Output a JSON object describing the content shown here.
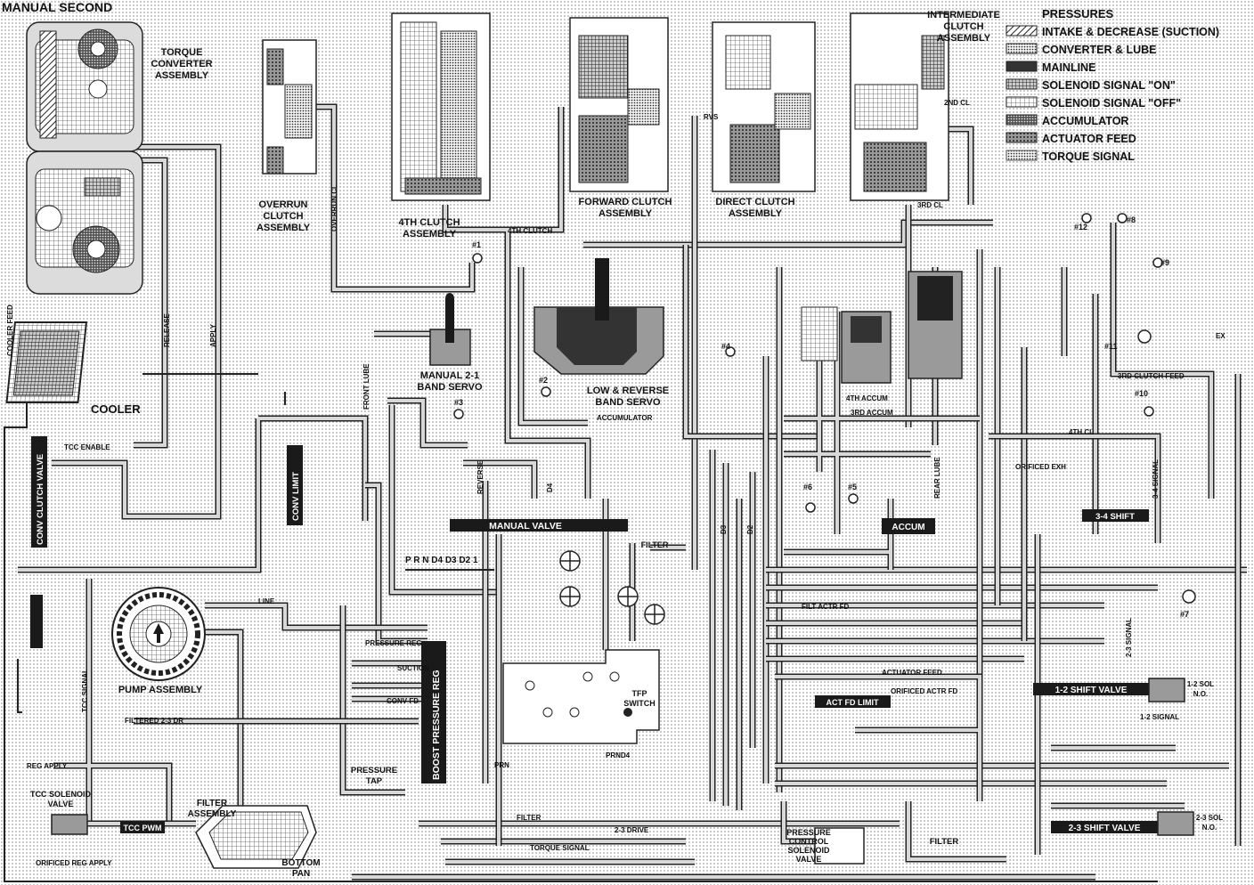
{
  "title": "MANUAL SECOND",
  "legend": {
    "heading": "PRESSURES",
    "items": [
      {
        "label": "INTAKE & DECREASE (SUCTION)",
        "pattern": "hatch"
      },
      {
        "label": "CONVERTER & LUBE",
        "pattern": "light-dots"
      },
      {
        "label": "MAINLINE",
        "pattern": "dark"
      },
      {
        "label": "SOLENOID SIGNAL \"ON\"",
        "pattern": "grid"
      },
      {
        "label": "SOLENOID SIGNAL \"OFF\"",
        "pattern": "light-grid"
      },
      {
        "label": "ACCUMULATOR",
        "pattern": "dense"
      },
      {
        "label": "ACTUATOR FEED",
        "pattern": "medium"
      },
      {
        "label": "TORQUE SIGNAL",
        "pattern": "dots"
      }
    ]
  },
  "components": {
    "torque_converter": "TORQUE\nCONVERTER\nASSEMBLY",
    "cooler": "COOLER",
    "overrun_clutch": "OVERRUN\nCLUTCH\nASSEMBLY",
    "fourth_clutch": "4TH CLUTCH\nASSEMBLY",
    "forward_clutch": "FORWARD CLUTCH\nASSEMBLY",
    "direct_clutch": "DIRECT CLUTCH\nASSEMBLY",
    "intermediate_clutch": "INTERMEDIATE\nCLUTCH\nASSEMBLY",
    "manual_21_servo": "MANUAL 2-1\nBAND SERVO",
    "low_reverse_servo": "LOW & REVERSE\nBAND SERVO",
    "pump": "PUMP ASSEMBLY",
    "filter_assembly": "FILTER\nASSEMBLY",
    "bottom_pan": "BOTTOM\nPAN",
    "pressure_tap": "PRESSURE\nTAP",
    "pressure_control_solenoid": "PRESSURE\nCONTROL\nSOLENOID\nVALVE",
    "tcc_solenoid": "TCC SOLENOID\nVALVE",
    "filter_right": "FILTER",
    "filter_mid": "FILTER",
    "tfp_switch": "TFP\nSWITCH"
  },
  "valves": {
    "manual_valve": "MANUAL VALVE",
    "conv_clutch_valve": "CONV CLUTCH VALVE",
    "conv_limit": "CONV LIMIT",
    "boost_pressure_reg": "BOOST  PRESSURE REG",
    "tcc_pwm": "TCC PWM",
    "shift_34": "3-4 SHIFT",
    "shift_12": "1-2 SHIFT VALVE",
    "shift_23": "2-3 SHIFT VALVE",
    "act_feed_limit": "ACT FD LIMIT",
    "accum": "ACCUM"
  },
  "solenoids": {
    "s12": "1-2 SOL\nN.O.",
    "s23": "2-3 SOL\nN.O."
  },
  "checkballs": [
    "#1",
    "#2",
    "#3",
    "#4",
    "#5",
    "#6",
    "#7",
    "#8",
    "#9",
    "#10",
    "#11",
    "#12"
  ],
  "line_labels": [
    "REVERSE",
    "D4",
    "D3",
    "D2",
    "LINE",
    "SUCTION",
    "FILTER",
    "TORQUE SIGNAL",
    "PRESSURE REG",
    "CONV FD",
    "REG APPLY",
    "ORIFICED REG APPLY",
    "TCC SIGNAL",
    "TCC ENABLE",
    "RELEASE",
    "APPLY",
    "COOLER FEED",
    "OVERRUN CL",
    "4TH CLUTCH",
    "FRONT LUBE",
    "2ND CL",
    "3RD CL",
    "4TH CL",
    "3RD ACCUM",
    "4TH ACCUM",
    "ACTUATOR FEED",
    "FILT ACTR FD",
    "ORIFICED ACTR FD",
    "1-2 SIGNAL",
    "2-3 SIGNAL",
    "3-4 SIGNAL",
    "2-3 DRIVE",
    "RVS",
    "3RD CLUTCH FEED",
    "ACCUMULATOR",
    "REAR LUBE",
    "PRND4",
    "PRN",
    "FILTERED 2-3 DR",
    "ORIFICED EXH",
    "EX"
  ],
  "manual_positions": "P R N D4 D3 D2 1"
}
